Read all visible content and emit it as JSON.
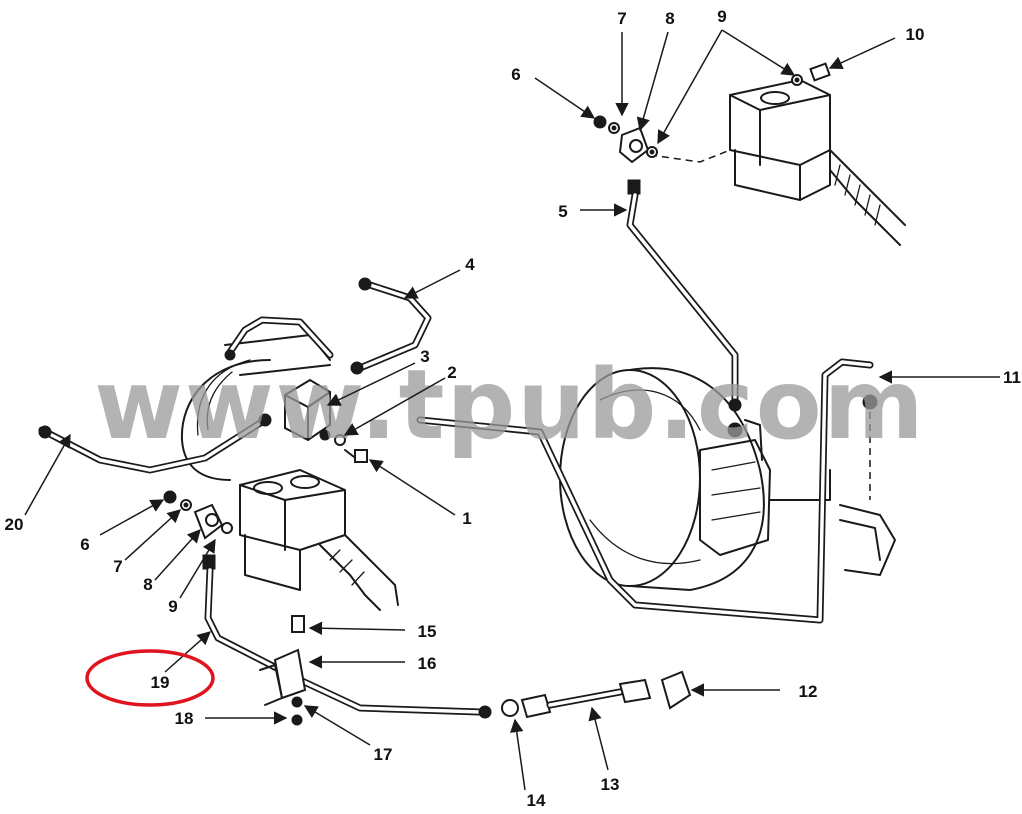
{
  "watermark": "www.tpub.com",
  "callouts": [
    {
      "id": "1",
      "text": "1"
    },
    {
      "id": "2",
      "text": "2"
    },
    {
      "id": "3",
      "text": "3"
    },
    {
      "id": "4",
      "text": "4"
    },
    {
      "id": "5",
      "text": "5"
    },
    {
      "id": "6a",
      "text": "6"
    },
    {
      "id": "6b",
      "text": "6"
    },
    {
      "id": "7a",
      "text": "7"
    },
    {
      "id": "7b",
      "text": "7"
    },
    {
      "id": "8a",
      "text": "8"
    },
    {
      "id": "8b",
      "text": "8"
    },
    {
      "id": "9a",
      "text": "9"
    },
    {
      "id": "9b",
      "text": "9"
    },
    {
      "id": "10",
      "text": "10"
    },
    {
      "id": "11",
      "text": "11"
    },
    {
      "id": "12",
      "text": "12"
    },
    {
      "id": "13",
      "text": "13"
    },
    {
      "id": "14",
      "text": "14"
    },
    {
      "id": "15",
      "text": "15"
    },
    {
      "id": "16",
      "text": "16"
    },
    {
      "id": "17",
      "text": "17"
    },
    {
      "id": "18",
      "text": "18"
    },
    {
      "id": "19",
      "text": "19"
    },
    {
      "id": "20",
      "text": "20"
    }
  ],
  "highlight": {
    "callout": "19",
    "color": "#e0141e"
  },
  "colors": {
    "ink": "#1a1a1a",
    "watermark": "#9a9a9a",
    "background": "#ffffff"
  }
}
